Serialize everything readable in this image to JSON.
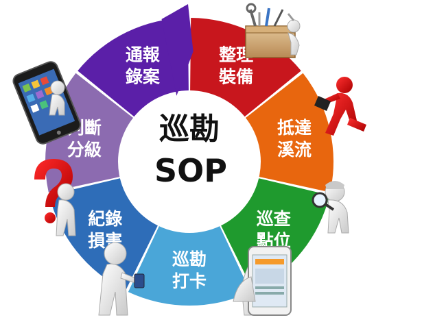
{
  "center": {
    "line1": "巡勘",
    "line2": "SOP"
  },
  "steps": [
    {
      "line1": "整理",
      "line2": "裝備",
      "color": "#C8161D"
    },
    {
      "line1": "抵達",
      "line2": "溪流",
      "color": "#E8660E"
    },
    {
      "line1": "巡查",
      "line2": "點位",
      "color": "#1F9A2E"
    },
    {
      "line1": "巡勘",
      "line2": "打卡",
      "color": "#4AA6D8"
    },
    {
      "line1": "紀錄",
      "line2": "損害",
      "color": "#2E6DB8"
    },
    {
      "line1": "判斷",
      "line2": "分級",
      "color": "#8C6BB0"
    },
    {
      "line1": "通報",
      "line2": "錄案",
      "color": "#5B1FA8"
    }
  ],
  "illustrations": {
    "toolbox": "toolbox-figure-icon",
    "runner": "red-running-figure-icon",
    "magnifier": "magnifier-figure-icon",
    "phone_hand": "hand-smartphone-icon",
    "phone_user": "figure-with-phone-icon",
    "question": "question-mark-figure-icon",
    "smartphone": "smartphone-figure-icon"
  }
}
